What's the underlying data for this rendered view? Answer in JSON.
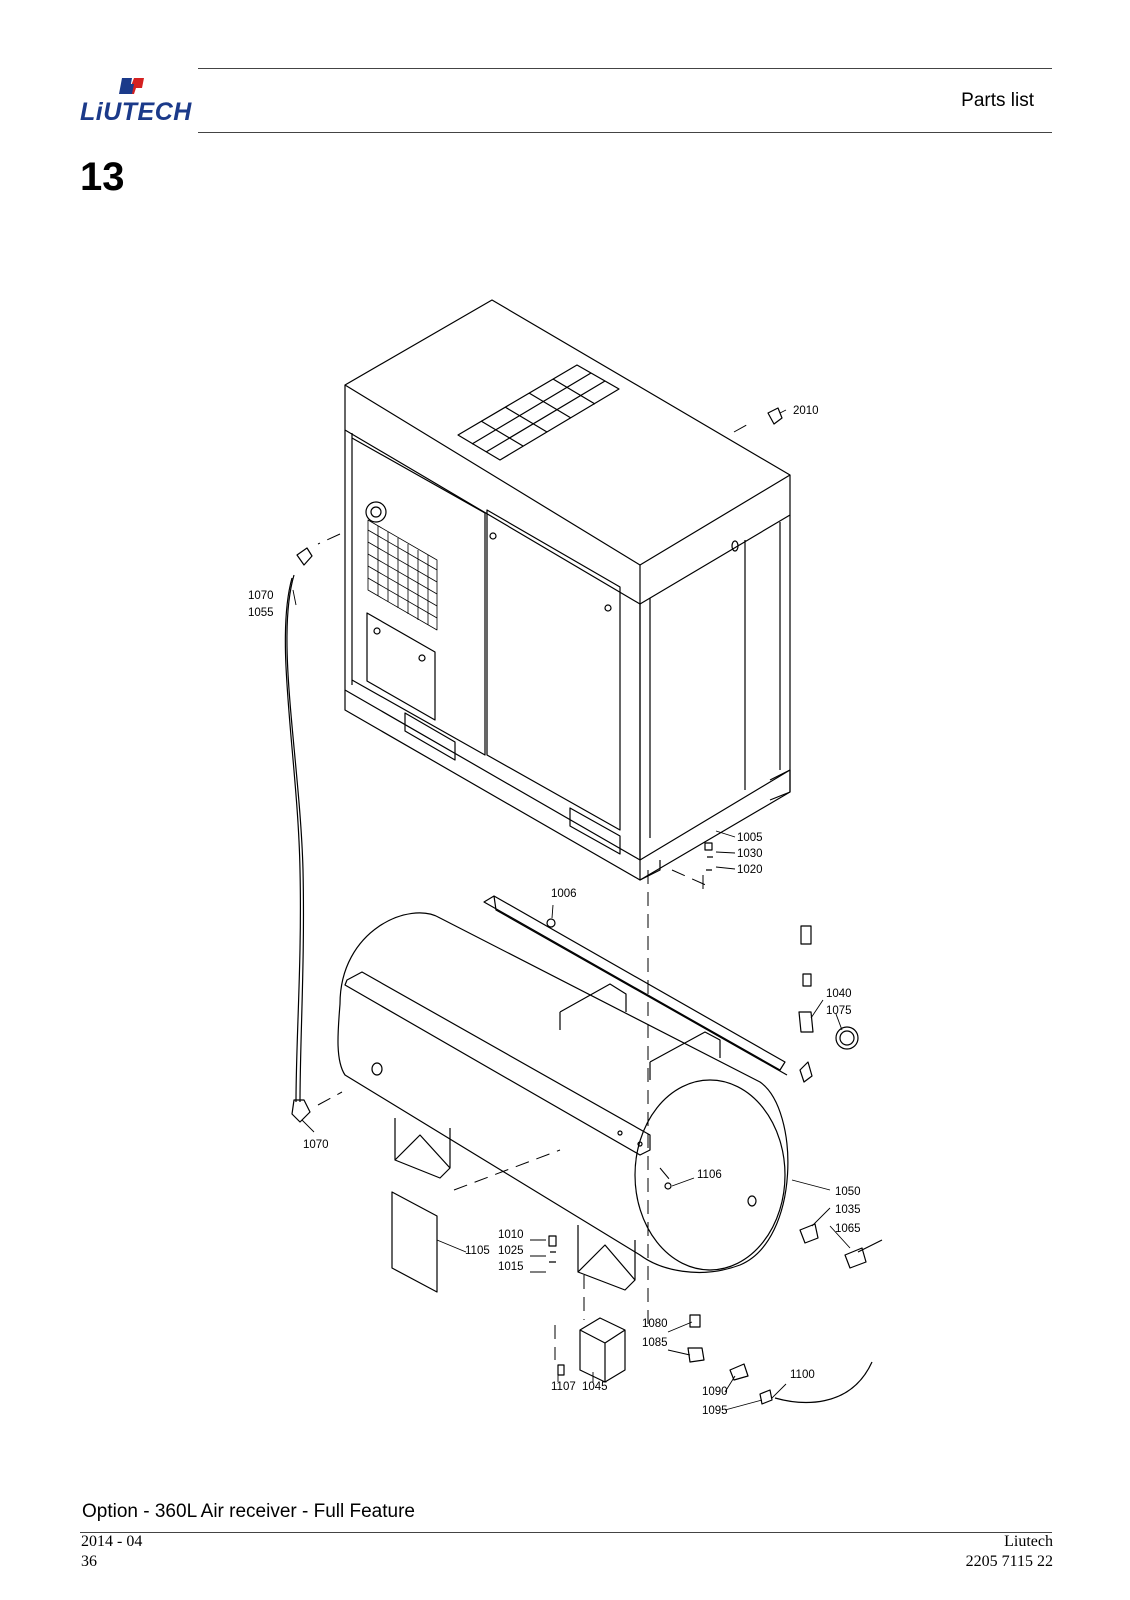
{
  "header": {
    "logo_text": "LiUTECH",
    "title": "Parts list"
  },
  "section_number": "13",
  "callouts": {
    "c2010": "2010",
    "c1070_top": "1070",
    "c1055": "1055",
    "c1005": "1005",
    "c1030": "1030",
    "c1020": "1020",
    "c1006": "1006",
    "c1040": "1040",
    "c1075": "1075",
    "c1070_bottom": "1070",
    "c1106": "1106",
    "c1050": "1050",
    "c1035": "1035",
    "c1065": "1065",
    "c1010": "1010",
    "c1105": "1105",
    "c1025": "1025",
    "c1015": "1015",
    "c1080": "1080",
    "c1085": "1085",
    "c1100": "1100",
    "c1107": "1107",
    "c1045": "1045",
    "c1090": "1090",
    "c1095": "1095"
  },
  "caption": "Option - 360L Air receiver - Full Feature",
  "footer": {
    "date": "2014 - 04",
    "page": "36",
    "company": "Liutech",
    "doc_number": "2205 7115 22"
  }
}
